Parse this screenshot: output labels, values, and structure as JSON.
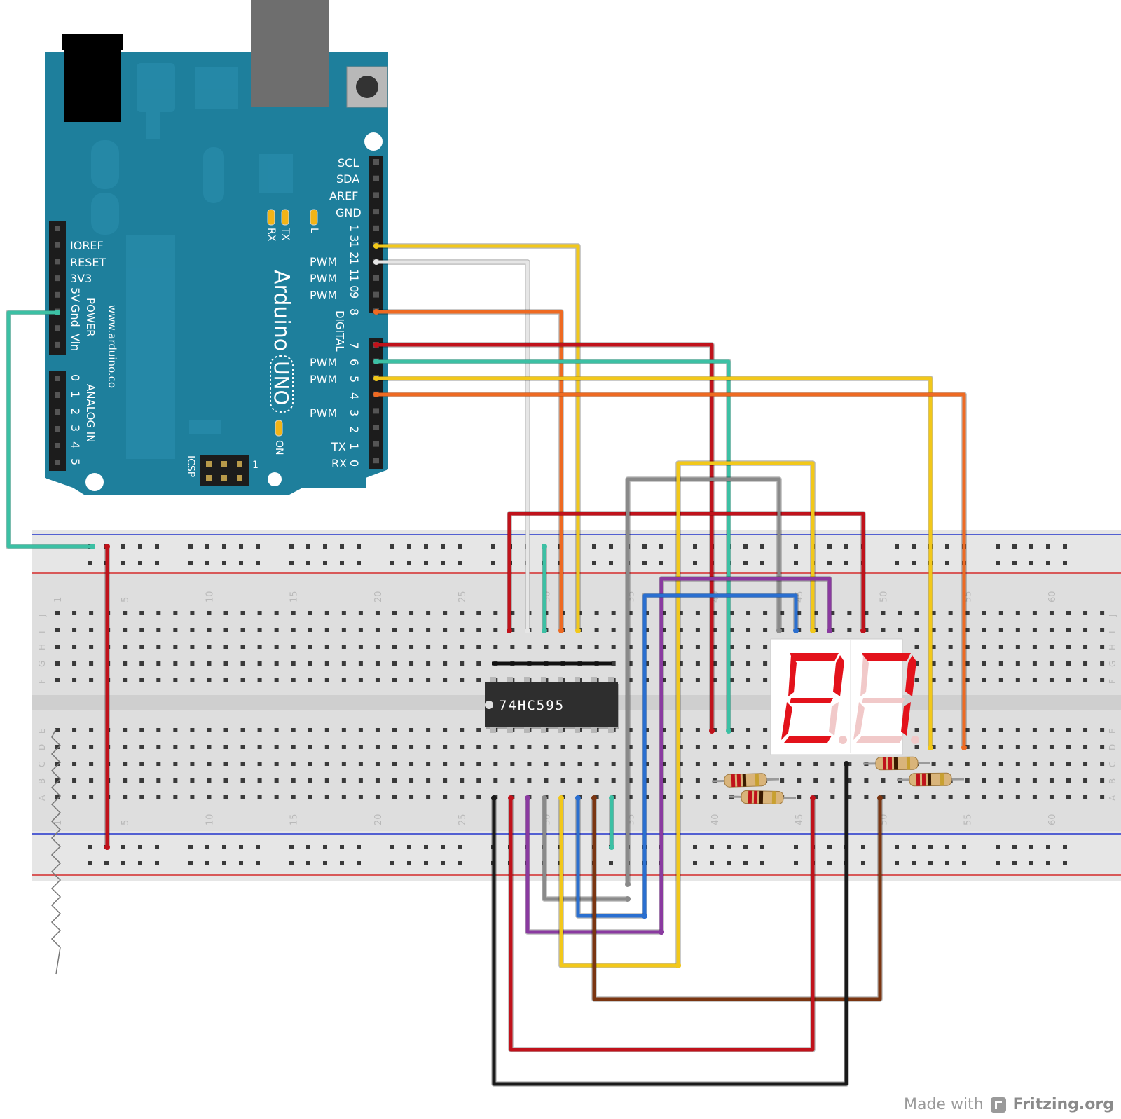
{
  "arduino": {
    "brand": "Arduino",
    "model": "UNO",
    "url": "www.arduino.co",
    "header_labels": [
      "SCL",
      "SDA",
      "AREF",
      "GND",
      "PWM",
      "PWM",
      "PWM",
      "PWM",
      "PWM",
      "PWM",
      "TX",
      "RX"
    ],
    "digital_label": "DIGITAL",
    "pin_numbers_top": [
      "1 3",
      "1 2",
      "1 1",
      "1 0",
      "9",
      "8"
    ],
    "pin_numbers_bottom": [
      "7",
      "6",
      "5",
      "4",
      "3",
      "2",
      "1",
      "0"
    ],
    "power_labels": [
      "IOREF",
      "RESET",
      "3V3",
      "5V",
      "Gnd",
      "Gnd",
      "Vin"
    ],
    "power_title": "POWER",
    "analog_title": "ANALOG IN",
    "analog_pins": [
      "0",
      "1",
      "2",
      "3",
      "4",
      "5"
    ],
    "led_labels": [
      "RX",
      "TX",
      "L",
      "ON"
    ],
    "icsp_label": "ICSP",
    "icsp_pin1": "1"
  },
  "breadboard": {
    "column_numbers_top": [
      "1",
      "5",
      "10",
      "15",
      "20",
      "25",
      "30",
      "35",
      "40",
      "45",
      "50",
      "55",
      "60"
    ],
    "column_numbers_bottom": [
      "1",
      "5",
      "10",
      "15",
      "20",
      "25",
      "30",
      "35",
      "40",
      "45",
      "50",
      "55",
      "60"
    ],
    "row_letters_top": [
      "J",
      "I",
      "H",
      "G",
      "F"
    ],
    "row_letters_bottom": [
      "E",
      "D",
      "C",
      "B",
      "A"
    ]
  },
  "chip": {
    "label": "74HC595"
  },
  "colors": {
    "board": "#1e7f9c",
    "breadboard": "#dedede",
    "red": "#c0121b",
    "yellow": "#f2c81a",
    "orange": "#ee6a22",
    "white": "#e6e6e6",
    "teal": "#3cc0a4",
    "gray": "#8a8a8a",
    "blue": "#2a6fd0",
    "purple": "#8a3aa0",
    "brown": "#7a3511",
    "black": "#1a1a1a",
    "segment_on": "#e3121b",
    "segment_off": "#f1c9c9"
  },
  "credit": {
    "prefix": "Made with",
    "brand": "Fritzing.org"
  }
}
